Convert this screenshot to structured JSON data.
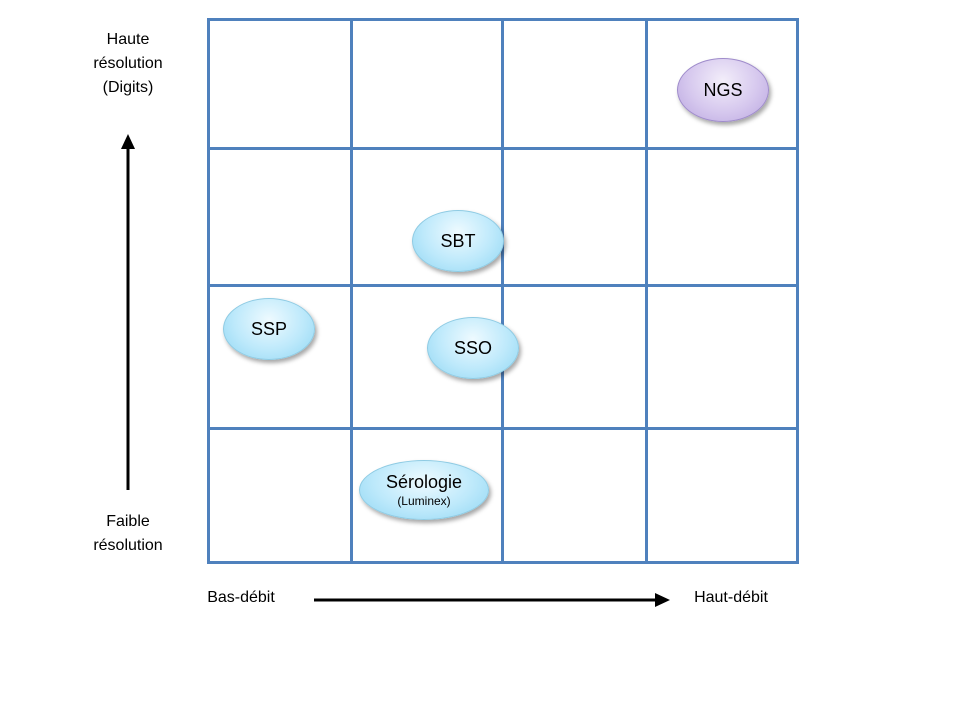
{
  "axes": {
    "y_top": [
      "Haute",
      "résolution",
      "(Digits)"
    ],
    "y_bottom": [
      "Faible",
      "résolution"
    ],
    "x_left": "Bas-débit",
    "x_right": "Haut-débit"
  },
  "nodes": [
    {
      "id": "ngs",
      "label": "NGS",
      "sublabel": "",
      "color": "purple"
    },
    {
      "id": "sbt",
      "label": "SBT",
      "sublabel": "",
      "color": "blue"
    },
    {
      "id": "ssp",
      "label": "SSP",
      "sublabel": "",
      "color": "blue"
    },
    {
      "id": "sso",
      "label": "SSO",
      "sublabel": "",
      "color": "blue"
    },
    {
      "id": "serologie",
      "label": "Sérologie",
      "sublabel": "(Luminex)",
      "color": "blue"
    }
  ],
  "colors": {
    "grid": "#4f81bd",
    "node_blue": "#bde9fb",
    "node_purple": "#d6c8ee",
    "arrow": "#000000"
  }
}
